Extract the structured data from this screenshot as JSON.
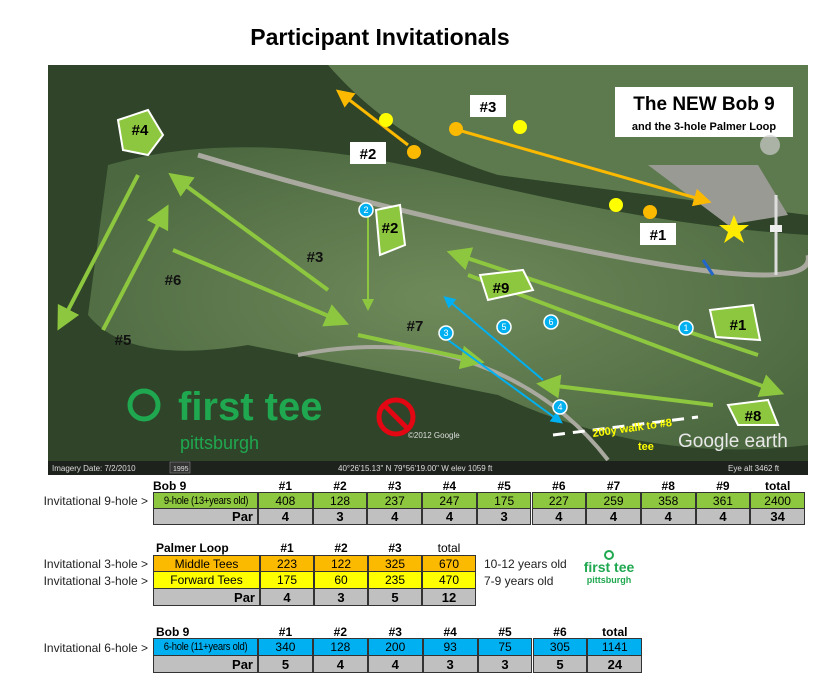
{
  "title": "Participant Invitationals",
  "map": {
    "heading": "The NEW Bob 9",
    "subheading": "and the 3-hole Palmer Loop",
    "green_labels": [
      "#1",
      "#2",
      "#3",
      "#4",
      "#5",
      "#6",
      "#7",
      "#8",
      "#9"
    ],
    "palmer_labels": [
      "#1",
      "#2",
      "#3"
    ],
    "blue_markers": [
      "1",
      "2",
      "3",
      "4",
      "5",
      "6"
    ],
    "walk_note_1": "200y walk to #8",
    "walk_note_2": "tee",
    "google_earth": "Google earth",
    "copyright": "©2012 Google",
    "imagery_date": "Imagery Date: 7/2/2010",
    "year": "1995",
    "coords": "40°26'15.13\" N  79°56'19.00\" W  elev  1059 ft",
    "eye_alt": "Eye alt   3462 ft",
    "logo_main": "first tee",
    "logo_sub": "pittsburgh"
  },
  "colors": {
    "green": "#8dc63f",
    "orange": "#fbb900",
    "yellow": "#ffff00",
    "blue": "#00b0f0",
    "par": "#c0c0c0"
  },
  "t9": {
    "row_label": "Invitational 9-hole >",
    "name": "Bob 9",
    "headers": [
      "#1",
      "#2",
      "#3",
      "#4",
      "#5",
      "#6",
      "#7",
      "#8",
      "#9",
      "total"
    ],
    "tee": "9-hole (13+years old)",
    "yards": [
      "408",
      "128",
      "237",
      "247",
      "175",
      "227",
      "259",
      "358",
      "361",
      "2400"
    ],
    "par_label": "Par",
    "par": [
      "4",
      "3",
      "4",
      "4",
      "3",
      "4",
      "4",
      "4",
      "4",
      "34"
    ]
  },
  "t3": {
    "row_label_1": "Invitational 3-hole >",
    "row_label_2": "Invitational 3-hole >",
    "name": "Palmer Loop",
    "headers": [
      "#1",
      "#2",
      "#3",
      "total"
    ],
    "middle": "Middle Tees",
    "middle_yards": [
      "223",
      "122",
      "325",
      "670"
    ],
    "middle_ages": "10-12 years old",
    "forward": "Forward Tees",
    "forward_yards": [
      "175",
      "60",
      "235",
      "470"
    ],
    "forward_ages": "7-9 years old",
    "par_label": "Par",
    "par": [
      "4",
      "3",
      "5",
      "12"
    ]
  },
  "t6": {
    "row_label": "Invitational 6-hole >",
    "name": "Bob 9",
    "headers": [
      "#1",
      "#2",
      "#3",
      "#4",
      "#5",
      "#6",
      "total"
    ],
    "tee": "6-hole (11+years old)",
    "yards": [
      "340",
      "128",
      "200",
      "93",
      "75",
      "305",
      "1141"
    ],
    "par_label": "Par",
    "par": [
      "5",
      "4",
      "4",
      "3",
      "3",
      "5",
      "24"
    ]
  },
  "logo": {
    "main": "first tee",
    "sub": "pittsburgh"
  }
}
